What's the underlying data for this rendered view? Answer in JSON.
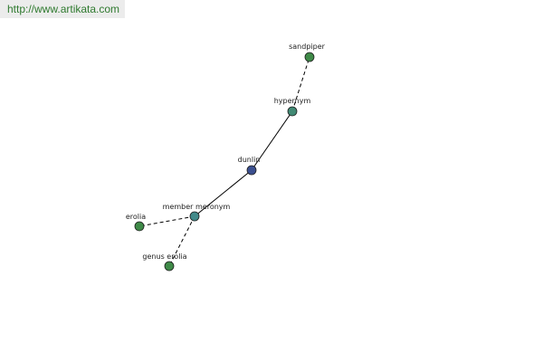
{
  "watermark": {
    "text": "http://www.artikata.com"
  },
  "graph": {
    "nodes": [
      {
        "id": "sandpiper",
        "label": "sandpiper",
        "color": "#3f8a48"
      },
      {
        "id": "hypernym",
        "label": "hypernym",
        "color": "#418a74"
      },
      {
        "id": "dunlin",
        "label": "dunlin",
        "color": "#3b4f8f"
      },
      {
        "id": "member_meronym",
        "label": "member meronym",
        "color": "#428a8a"
      },
      {
        "id": "erolia",
        "label": "erolia",
        "color": "#3f8a48"
      },
      {
        "id": "genus_erolia",
        "label": "genus erolia",
        "color": "#3f8a48"
      }
    ],
    "edges": [
      {
        "from": "hypernym",
        "to": "sandpiper",
        "style": "dashed"
      },
      {
        "from": "dunlin",
        "to": "hypernym",
        "style": "solid"
      },
      {
        "from": "dunlin",
        "to": "member_meronym",
        "style": "solid"
      },
      {
        "from": "member_meronym",
        "to": "erolia",
        "style": "dashed"
      },
      {
        "from": "member_meronym",
        "to": "genus_erolia",
        "style": "dashed"
      }
    ]
  }
}
